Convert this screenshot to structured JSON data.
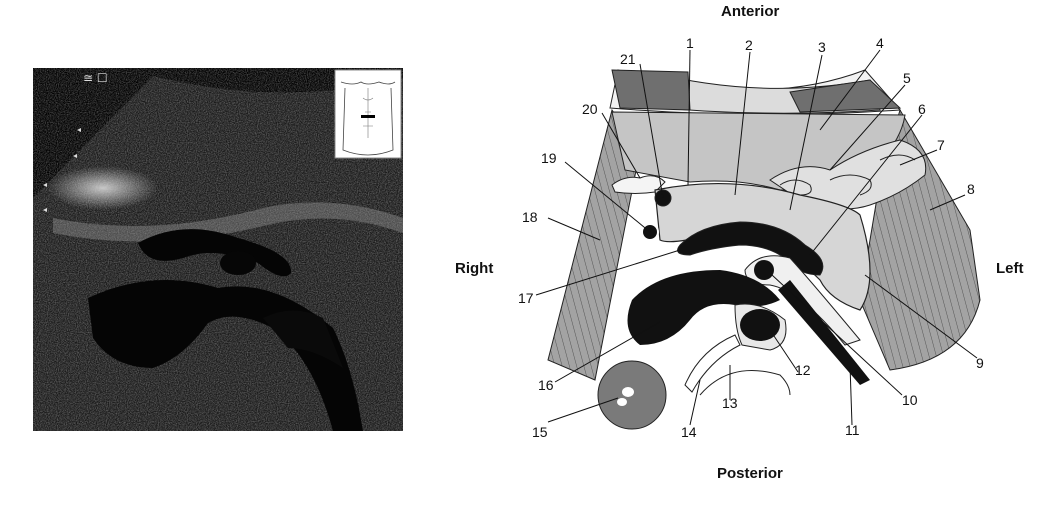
{
  "directions": {
    "anterior": "Anterior",
    "posterior": "Posterior",
    "right": "Right",
    "left": "Left"
  },
  "ultrasound": {
    "overlay_symbols": "≅ ☐"
  },
  "labels": [
    "1",
    "2",
    "3",
    "4",
    "5",
    "6",
    "7",
    "8",
    "9",
    "10",
    "11",
    "12",
    "13",
    "14",
    "15",
    "16",
    "17",
    "18",
    "19",
    "20",
    "21"
  ],
  "colors": {
    "dark": "#111111",
    "muscle": "#9a9a9a",
    "light_organ": "#d4d4d4",
    "mid_gray": "#7f7f7f",
    "wall_light": "#c8c8c8"
  }
}
